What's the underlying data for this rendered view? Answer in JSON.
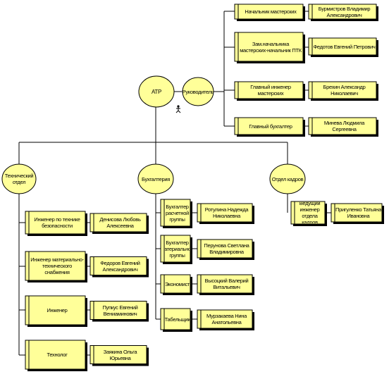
{
  "nodes": {
    "atp": "АТР",
    "rukovoditel": "Руководитель",
    "tech_otdel": "Технический отдел",
    "buhgalteriya": "Бухгалтерия",
    "otdel_kadrov": "Отдел кадров"
  },
  "management": [
    {
      "role": "Начальник мастерских",
      "person": "Бурмистров Владимир Александрович"
    },
    {
      "role": "Зам.начальника мастерских-начальник ПТК",
      "person": "Федотов Евгений Петрович"
    },
    {
      "role": "Главный инженер мастерских",
      "person": "Брехин Александр Николаевич"
    },
    {
      "role": "Главный бухгалтер",
      "person": "Минева Людмила Сергеевна"
    }
  ],
  "tech": [
    {
      "role": "Инженер по технике безопасности",
      "person": "Денисова Любовь Алексеевна"
    },
    {
      "role": "Инженер материально-технического снабжения",
      "person": "Федоров Евгений Александрович"
    },
    {
      "role": "Инженер",
      "person": "Пупкус Евгений Вениаминович"
    },
    {
      "role": "Технолог",
      "person": "Заякина Ольга Юрьевна"
    }
  ],
  "buh": [
    {
      "role": "Бухгалтер расчетной группы",
      "person": "Ротулина Надежда Николаевна"
    },
    {
      "role": "Бухгалтер материальной группы",
      "person": "Перунова Светлана Владимировна"
    },
    {
      "role": "Экономист",
      "person": "Высоцкий Валерий Витальевич"
    },
    {
      "role": "Табельщик",
      "person": "Мурзакаева Нина Анатольевна"
    }
  ],
  "kadr": [
    {
      "role": "Ведущий инженер отдела кадров",
      "person": "Пригуленко Татьяна Ивановна"
    }
  ]
}
